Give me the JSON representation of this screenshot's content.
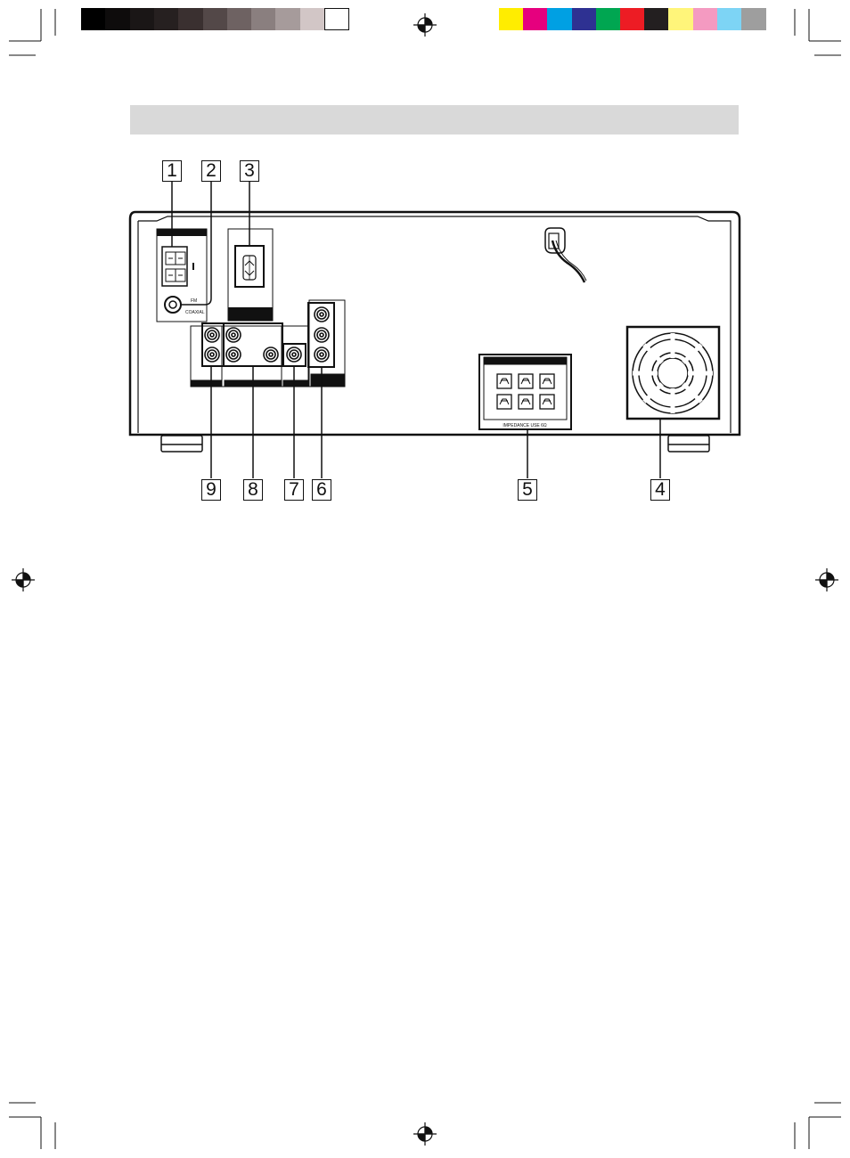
{
  "print_marks": {
    "grayscale_bar": [
      "#000000",
      "#0e0c0c",
      "#1a1616",
      "#262020",
      "#3a3030",
      "#534848",
      "#6e6262",
      "#8a7f7f",
      "#a69b9b",
      "#d2c6c6",
      "#ffffff"
    ],
    "color_bar": [
      "#ffed00",
      "#e6007e",
      "#00a0e3",
      "#2e3192",
      "#00a651",
      "#ed1c24",
      "#231f20",
      "#fff57a",
      "#f49ac1",
      "#7dd4f5",
      "#9e9e9e"
    ]
  },
  "diagram": {
    "panel_labels": {
      "fm_coaxial_line1": "FM",
      "fm_coaxial_line2": "COAXIAL",
      "impedance": "IMPEDANCE USE 6Ω"
    },
    "callouts_top": [
      "1",
      "2",
      "3"
    ],
    "callouts_bottom": [
      "9",
      "8",
      "7",
      "6",
      "5",
      "4"
    ]
  }
}
